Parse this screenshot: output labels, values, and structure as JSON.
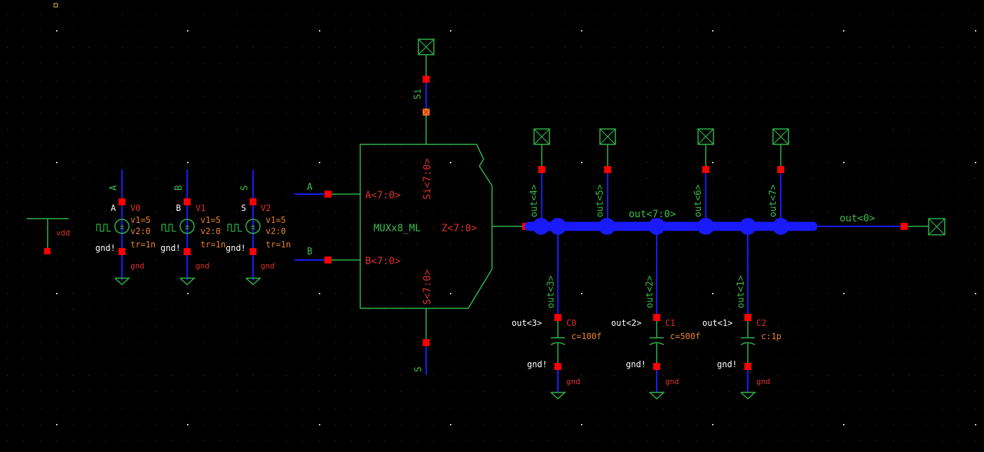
{
  "colors": {
    "background": "#000000",
    "grid_dot": "#3a3a3a",
    "grid_major": "#d0d0d0",
    "symbol": "#2db84a",
    "wire": "#1a1aff",
    "pin": "#ff0000",
    "label_red": "#e03030",
    "label_orange": "#e8822a",
    "label_green": "#3bbf4a",
    "label_white": "#ffffff",
    "origin_marker": "#e8c040"
  },
  "vdd": {
    "label": "vdd"
  },
  "sources": [
    {
      "net": "A",
      "pin_label": "A",
      "name": "V0",
      "v1": "v1=5",
      "v2": "v2:0",
      "tr": "tr=1n",
      "gnd_net": "gnd!",
      "gnd_label": "gnd"
    },
    {
      "net": "B",
      "pin_label": "B",
      "name": "V1",
      "v1": "v1=5",
      "v2": "v2:0",
      "tr": "tr=1n",
      "gnd_net": "gnd!",
      "gnd_label": "gnd"
    },
    {
      "net": "S",
      "pin_label": "S",
      "name": "V2",
      "v1": "v1=5",
      "v2": "v2:0",
      "tr": "tr=1n",
      "gnd_net": "gnd!",
      "gnd_label": "gnd"
    }
  ],
  "mux": {
    "cell_name": "MUXx8_ML",
    "pin_a": "A<7:0>",
    "pin_b": "B<7:0>",
    "pin_si": "Si<7:0>",
    "pin_s": "S<7:0>",
    "pin_z": "Z<7:0>",
    "net_a": "A",
    "net_b": "B",
    "net_si": "Si",
    "net_s": "S"
  },
  "bus": {
    "label": "out<7:0>",
    "out0_label": "out<0>"
  },
  "top_taps": [
    "out<4>",
    "out<5>",
    "out<6>",
    "out<7>"
  ],
  "caps": [
    {
      "net": "out<3>",
      "net_label": "out<3>",
      "name": "C0",
      "value": "c=100f",
      "gnd_net": "gnd!",
      "gnd_label": "gnd"
    },
    {
      "net": "out<2>",
      "net_label": "out<2>",
      "name": "C1",
      "value": "c=500f",
      "gnd_net": "gnd!",
      "gnd_label": "gnd"
    },
    {
      "net": "out<1>",
      "net_label": "out<1>",
      "name": "C2",
      "value": "c:1p",
      "gnd_net": "gnd!",
      "gnd_label": "gnd"
    }
  ]
}
